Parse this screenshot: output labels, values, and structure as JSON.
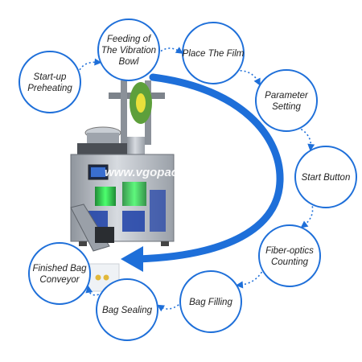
{
  "watermark": "www.vgopack.com",
  "colors": {
    "ring": "#1e6fd9",
    "arrow": "#1e6fd9",
    "machine_steel": "#b9bec6",
    "machine_glow": "#36d957"
  },
  "steps": [
    {
      "id": "start-up-preheating",
      "lines": [
        "Start-up",
        "Preheating"
      ]
    },
    {
      "id": "feeding-of-the-vibration-bowl",
      "lines": [
        "Feeding of",
        "The Vibration",
        "Bowl"
      ]
    },
    {
      "id": "place-the-film",
      "lines": [
        "Place The Film"
      ]
    },
    {
      "id": "parameter-setting",
      "lines": [
        "Parameter",
        "Setting"
      ]
    },
    {
      "id": "start-button",
      "lines": [
        "Start Button"
      ]
    },
    {
      "id": "fiber-optics-counting",
      "lines": [
        "Fiber-optics",
        "Counting"
      ]
    },
    {
      "id": "bag-filling",
      "lines": [
        "Bag Filling"
      ]
    },
    {
      "id": "bag-sealing",
      "lines": [
        "Bag Sealing"
      ]
    },
    {
      "id": "finished-bag-conveyor",
      "lines": [
        "Finished Bag",
        "Conveyor"
      ]
    }
  ]
}
